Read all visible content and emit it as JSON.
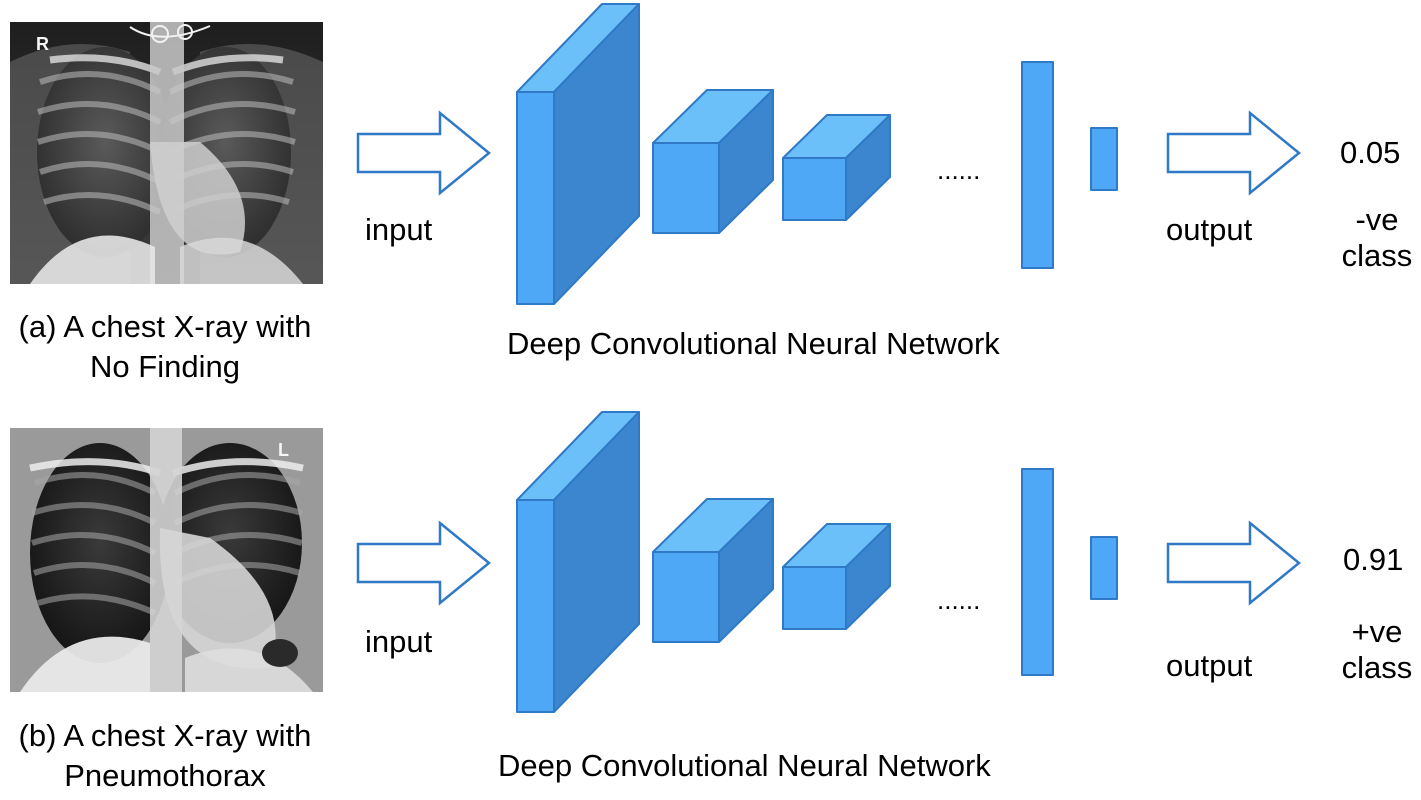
{
  "panels": [
    {
      "caption_line1": "(a) A chest X-ray with",
      "caption_line2": "No Finding",
      "input_label": "input",
      "network_label": "Deep Convolutional Neural Network",
      "ellipsis": "......",
      "output_label": "output",
      "score": "0.05",
      "class_line1": "-ve",
      "class_line2": "class",
      "xray_marker": "R"
    },
    {
      "caption_line1": "(b) A chest X-ray with",
      "caption_line2": "Pneumothorax",
      "input_label": "input",
      "network_label": "Deep Convolutional Neural Network",
      "ellipsis": "......",
      "output_label": "output",
      "score": "0.91",
      "class_line1": "+ve",
      "class_line2": "class",
      "xray_marker": "L"
    }
  ],
  "colors": {
    "block_front": "#4fa8f5",
    "block_top": "#6cc0fa",
    "block_side": "#3b86cf",
    "block_edge": "#2f79c6",
    "arrow_stroke": "#2f79c6"
  }
}
